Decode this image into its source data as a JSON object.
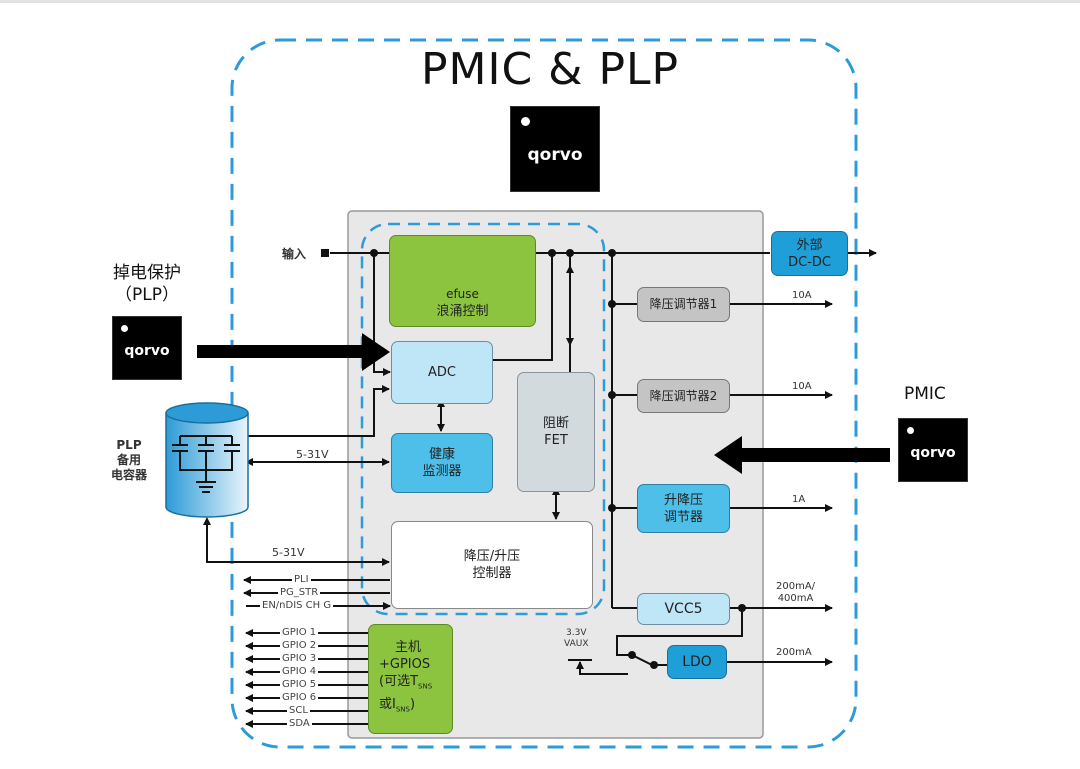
{
  "title": "PMIC & PLP",
  "brand": "qorvo",
  "plp": {
    "heading_line1": "掉电保护",
    "heading_line2": "（PLP）",
    "cap_label_line1": "PLP",
    "cap_label_line2": "备用",
    "cap_label_line3": "电容器"
  },
  "pmic_label": "PMIC",
  "input_label": "输入",
  "blocks": {
    "efuse_line1": "efuse",
    "efuse_line2": "浪涌控制",
    "adc": "ADC",
    "health_line1": "健康",
    "health_line2": "监测器",
    "block_fet_line1": "阻断",
    "block_fet_line2": "FET",
    "buckboost_ctrl_line1": "降压/升压",
    "buckboost_ctrl_line2": "控制器",
    "ext_dcdc_line1": "外部",
    "ext_dcdc_line2": "DC-DC",
    "buck1": "降压调节器1",
    "buck2": "降压调节器2",
    "buckboost_reg_line1": "升降压",
    "buckboost_reg_line2": "调节器",
    "vcc5": "VCC5",
    "ldo": "LDO",
    "host_line1": "主机",
    "host_line2": "+GPIOS",
    "host_line3_prefix": "(可选T",
    "host_line3_sub": "SNS",
    "host_line4_prefix": "或I",
    "host_line4_sub": "SNS",
    "host_line4_suffix": ")"
  },
  "voltages": {
    "v1": "5-31V",
    "v2": "5-31V"
  },
  "currents": {
    "buck1": "10A",
    "buck2": "10A",
    "buckboost": "1A",
    "vcc5_line1": "200mA/",
    "vcc5_line2": "400mA",
    "ldo": "200mA"
  },
  "vaux_line1": "3.3V",
  "vaux_line2": "VAUX",
  "control_signals": [
    "PLI",
    "PG_STR",
    "EN/nDIS CH G"
  ],
  "gpio_signals": [
    "GPIO 1",
    "GPIO 2",
    "GPIO 3",
    "GPIO 4",
    "GPIO 5",
    "GPIO 6",
    "SCL",
    "SDA"
  ]
}
